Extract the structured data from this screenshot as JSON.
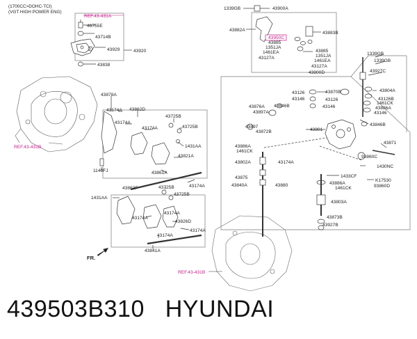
{
  "header": {
    "line1": "(1700CC>DOHC-TCI)",
    "line2": "(VGT HIGH POWER ENG)"
  },
  "refs": [
    "REF.43-431A",
    "REF.43-431B",
    "REF.43-431B"
  ],
  "labels_top_left": [
    "46755E",
    "43714B",
    "43929",
    "43920",
    "43838"
  ],
  "labels_right_top": [
    "1339GB",
    "43900A",
    "43882A",
    "43950C",
    "43883B",
    "43885",
    "1351JA",
    "1461EA",
    "43127A",
    "43885",
    "1351JA",
    "1461EA",
    "43127A",
    "43800D"
  ],
  "labels_middle": [
    "43878A",
    "43174A",
    "43862D",
    "43174A",
    "43174A",
    "43725B",
    "43725B",
    "1431AA",
    "43821A",
    "43861A",
    "43174A",
    "1140FJ"
  ],
  "labels_lower": [
    "43863F",
    "43725B",
    "43725B",
    "1431AA",
    "43174A",
    "43174A",
    "43174A",
    "43826D",
    "43174A",
    "43841A"
  ],
  "labels_right_main": [
    "1339GB",
    "1339GB",
    "43927C",
    "43126",
    "43870B",
    "43804A",
    "43146",
    "43126",
    "43126B",
    "43876A",
    "43846B",
    "43146",
    "1461CK",
    "43897A",
    "43886A",
    "43897",
    "43146",
    "43872B",
    "43801",
    "43846B",
    "43886A",
    "43871",
    "1461CK",
    "43802A",
    "43174A",
    "93860C",
    "1430NC",
    "43875",
    "1433CF",
    "43840A",
    "43880",
    "43886A",
    "K17530",
    "1461CK",
    "93860D",
    "43803A",
    "43873B",
    "43927B"
  ],
  "fr_label": "FR.",
  "footer": {
    "part_number": "439503B310",
    "brand": "HYUNDAI"
  }
}
